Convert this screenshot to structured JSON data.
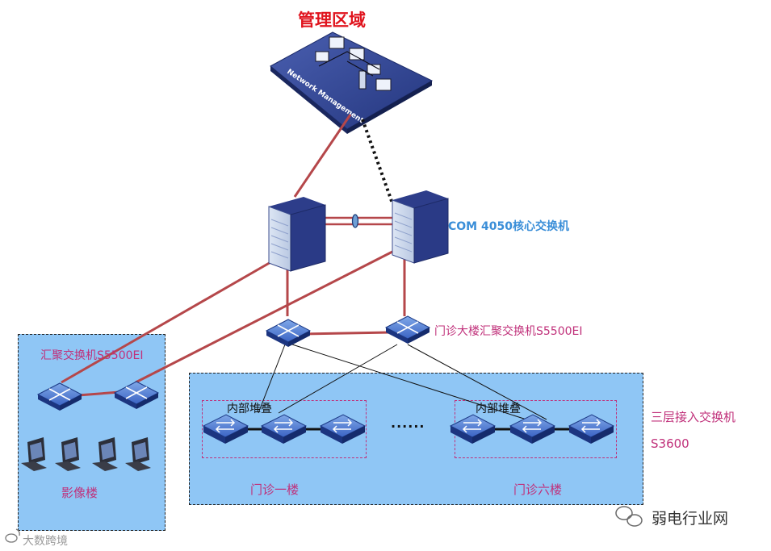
{
  "management": {
    "title": "管理区域",
    "platform_text": "Network Management"
  },
  "core": {
    "label": "COM 4050核心交换机"
  },
  "aggregation": {
    "outpatient_label": "门诊大楼汇聚交换机S5500EI",
    "imaging_label": "汇聚交换机S5500EI"
  },
  "access": {
    "label_line1": "三层接入交换机",
    "label_line2": "S3600",
    "stack_label": "内部堆叠",
    "ellipsis": "......"
  },
  "buildings": {
    "imaging": "影像楼",
    "floor1": "门诊一楼",
    "floor6": "门诊六楼"
  },
  "watermark": {
    "source": "弱电行业网",
    "corner": "大数跨境"
  },
  "colors": {
    "link_red": "#b5474a",
    "zone_blue": "#8fc6f5",
    "stack_border": "#c0307a",
    "title_red": "#e0141e",
    "core_label_blue": "#3a8ed8",
    "magenta_text": "#c0307a"
  }
}
